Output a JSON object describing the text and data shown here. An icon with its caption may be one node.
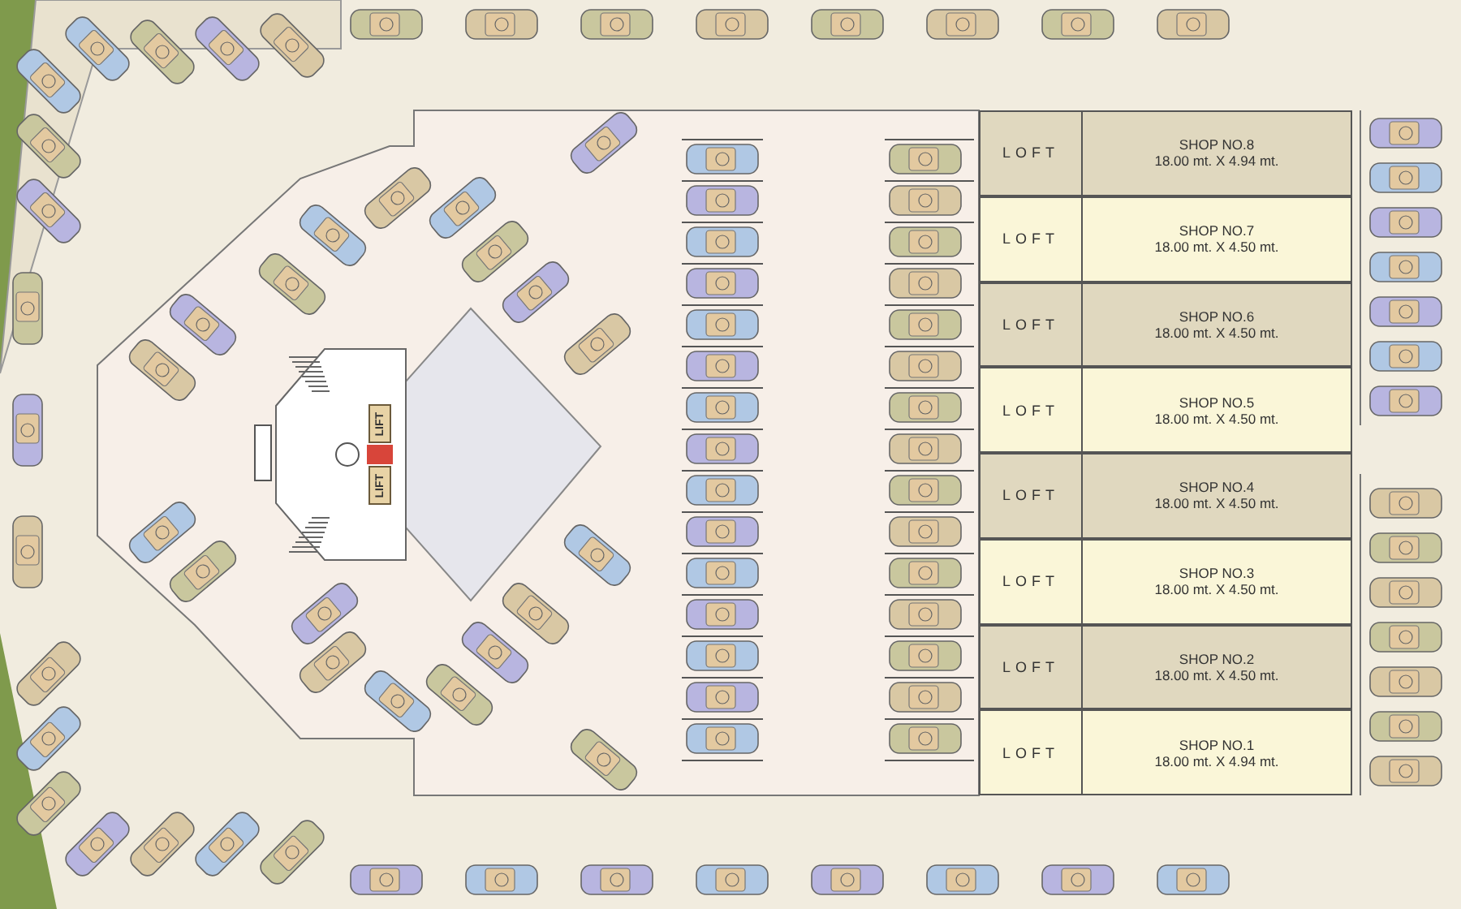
{
  "diagram": {
    "nodes": [
      {
        "text": [
          "LOFT"
        ]
      },
      {
        "text": [
          "SHOP NO.8",
          "18.00 mt. X 4.94 mt."
        ]
      },
      {
        "text": [
          "LOFT"
        ]
      },
      {
        "text": [
          "SHOP NO.7",
          "18.00 mt. X 4.50 mt."
        ]
      },
      {
        "text": [
          "LOFT"
        ]
      },
      {
        "text": [
          "SHOP NO.6",
          "18.00 mt. X 4.50 mt."
        ]
      },
      {
        "text": [
          "LOFT"
        ]
      },
      {
        "text": [
          "SHOP NO.5",
          "18.00 mt. X 4.50 mt."
        ]
      },
      {
        "text": [
          "LOFT"
        ]
      },
      {
        "text": [
          "SHOP NO.4",
          "18.00 mt. X 4.50 mt."
        ]
      },
      {
        "text": [
          "LOFT"
        ]
      },
      {
        "text": [
          "SHOP NO.3",
          "18.00 mt. X 4.50 mt."
        ]
      },
      {
        "text": [
          "LOFT"
        ]
      },
      {
        "text": [
          "SHOP NO.2",
          "18.00 mt. X 4.50 mt."
        ]
      },
      {
        "text": [
          "LOFT"
        ]
      },
      {
        "text": [
          "SHOP NO.1",
          "18.00 mt. X 4.94 mt."
        ]
      },
      {
        "text": [
          "LIFT"
        ]
      },
      {
        "text": [
          "LIFT"
        ]
      }
    ]
  }
}
